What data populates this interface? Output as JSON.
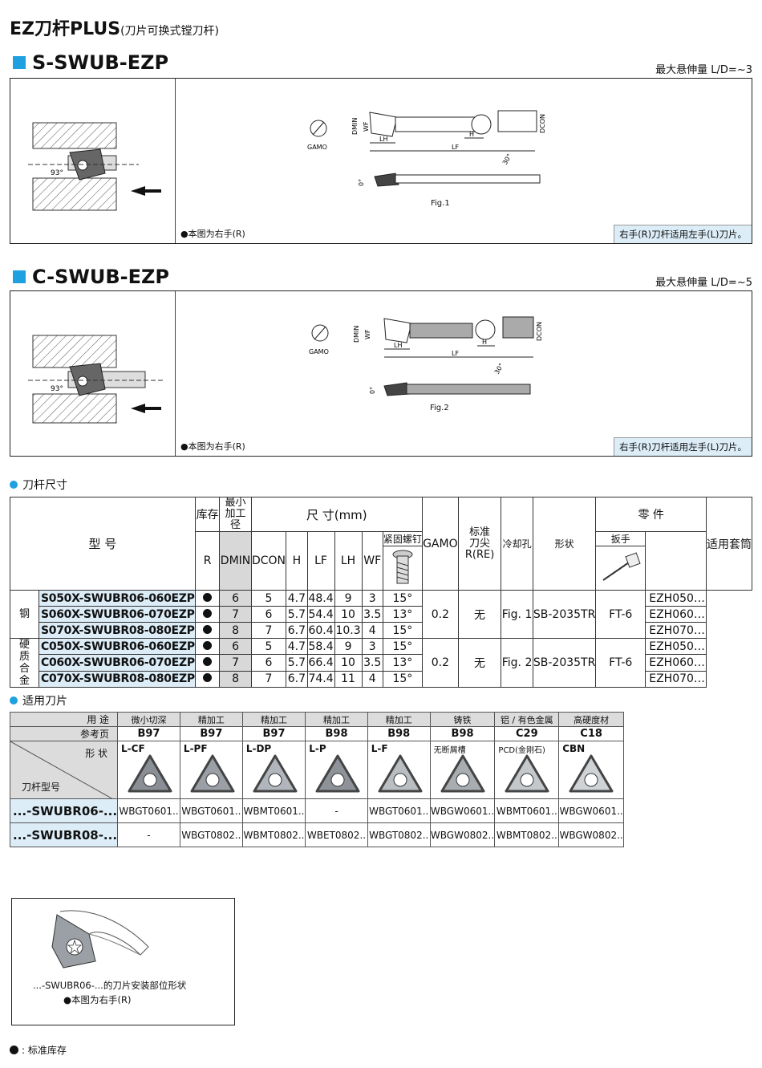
{
  "title": {
    "main": "EZ刀杆PLUS",
    "sub": "(刀片可换式镗刀杆)"
  },
  "sections": [
    {
      "name": "S-SWUB-EZP",
      "ld": "最大悬伸量 L/D=~3",
      "fig": "Fig.1",
      "labels": {
        "dmin": "DMIN",
        "wf": "WF",
        "gamo": "GAMO",
        "lh": "LH",
        "lf": "LF",
        "h": "H",
        "dcon": "DCON",
        "a0": "0°",
        "a30": "30°",
        "a93": "93°"
      },
      "note_r": "●本图为右手(R)",
      "note_box": "右手(R)刀杆适用左手(L)刀片。"
    },
    {
      "name": "C-SWUB-EZP",
      "ld": "最大悬伸量 L/D=~5",
      "fig": "Fig.2",
      "labels": {
        "dmin": "DMIN",
        "wf": "WF",
        "gamo": "GAMO",
        "lh": "LH",
        "lf": "LF",
        "h": "H",
        "dcon": "DCON",
        "a0": "0°",
        "a30": "30°",
        "a93": "93°"
      },
      "note_r": "●本图为右手(R)",
      "note_box": "右手(R)刀杆适用左手(L)刀片。"
    }
  ],
  "dims": {
    "heading": "刀杆尺寸",
    "headers": {
      "model": "型  号",
      "stock": "库存",
      "min_bore": "最小加工径",
      "size": "尺  寸(mm)",
      "gamo": "GAMO",
      "re": "标准刀尖R(RE)",
      "coolant": "冷却孔",
      "shape": "形状",
      "parts": "零  件",
      "screw": "紧固螺钉",
      "wrench": "扳手",
      "sleeve": "适用套筒",
      "r": "R",
      "dmin": "DMIN",
      "dcon": "DCON",
      "h": "H",
      "lf": "LF",
      "lh": "LH",
      "wf": "WF"
    },
    "groups": [
      {
        "material": "钢",
        "re": "0.2",
        "coolant": "无",
        "fig": "Fig. 1",
        "screw": "SB-2035TR",
        "wrench": "FT-6",
        "rows": [
          {
            "model": "S050X-SWUBR06-060EZP",
            "dmin": "6",
            "dcon": "5",
            "h": "4.7",
            "lf": "48.4",
            "lh": "9",
            "wf": "3",
            "gamo": "15°",
            "sleeve": "EZH050…"
          },
          {
            "model": "S060X-SWUBR06-070EZP",
            "dmin": "7",
            "dcon": "6",
            "h": "5.7",
            "lf": "54.4",
            "lh": "10",
            "wf": "3.5",
            "gamo": "13°",
            "sleeve": "EZH060…"
          },
          {
            "model": "S070X-SWUBR08-080EZP",
            "dmin": "8",
            "dcon": "7",
            "h": "6.7",
            "lf": "60.4",
            "lh": "10.3",
            "wf": "4",
            "gamo": "15°",
            "sleeve": "EZH070…"
          }
        ]
      },
      {
        "material": "硬质合金",
        "re": "0.2",
        "coolant": "无",
        "fig": "Fig. 2",
        "screw": "SB-2035TR",
        "wrench": "FT-6",
        "rows": [
          {
            "model": "C050X-SWUBR06-060EZP",
            "dmin": "6",
            "dcon": "5",
            "h": "4.7",
            "lf": "58.4",
            "lh": "9",
            "wf": "3",
            "gamo": "15°",
            "sleeve": "EZH050…"
          },
          {
            "model": "C060X-SWUBR06-070EZP",
            "dmin": "7",
            "dcon": "6",
            "h": "5.7",
            "lf": "66.4",
            "lh": "10",
            "wf": "3.5",
            "gamo": "13°",
            "sleeve": "EZH060…"
          },
          {
            "model": "C070X-SWUBR08-080EZP",
            "dmin": "8",
            "dcon": "7",
            "h": "6.7",
            "lf": "74.4",
            "lh": "11",
            "wf": "4",
            "gamo": "15°",
            "sleeve": "EZH070…"
          }
        ]
      }
    ]
  },
  "inserts": {
    "heading": "适用刀片",
    "labels": {
      "usage": "用  途",
      "ref": "参考页",
      "shape": "形  状",
      "holder": "刀杆型号"
    },
    "columns": [
      {
        "usage": "微小切深",
        "page": "B97",
        "shape": "L-CF",
        "bold": true,
        "color": "#8a8f96"
      },
      {
        "usage": "精加工",
        "page": "B97",
        "shape": "L-PF",
        "bold": true,
        "color": "#9aa0a6"
      },
      {
        "usage": "精加工",
        "page": "B97",
        "shape": "L-DP",
        "bold": true,
        "color": "#b0b6bb"
      },
      {
        "usage": "精加工",
        "page": "B98",
        "shape": "L-P",
        "bold": true,
        "color": "#8d9398"
      },
      {
        "usage": "精加工",
        "page": "B98",
        "shape": "L-F",
        "bold": true,
        "color": "#b9bec2"
      },
      {
        "usage": "铸铁",
        "page": "B98",
        "shape": "无断屑槽",
        "bold": false,
        "color": "#a8adb1"
      },
      {
        "usage": "铝 / 有色金属",
        "page": "C29",
        "shape": "PCD(金刚石)",
        "bold": false,
        "color": "#c4c8cb"
      },
      {
        "usage": "高硬度材",
        "page": "C18",
        "shape": "CBN",
        "bold": true,
        "color": "#d0d3d6"
      }
    ],
    "rows": [
      {
        "holder": "...-SWUBR06-...",
        "cells": [
          "WBGT0601..",
          "WBGT0601..",
          "WBMT0601..",
          "-",
          "WBGT0601..",
          "WBGW0601..",
          "WBMT0601..",
          "WBGW0601.."
        ]
      },
      {
        "holder": "...-SWUBR08-...",
        "cells": [
          "-",
          "WBGT0802..",
          "WBMT0802..",
          "WBET0802..",
          "WBGT0802..",
          "WBGW0802..",
          "WBMT0802..",
          "WBGW0802.."
        ]
      }
    ]
  },
  "mount": {
    "caption": "...-SWUBR06-...的刀片安装部位形状",
    "note": "●本图为右手(R)"
  },
  "legend": {
    "text": ": 标准库存"
  }
}
